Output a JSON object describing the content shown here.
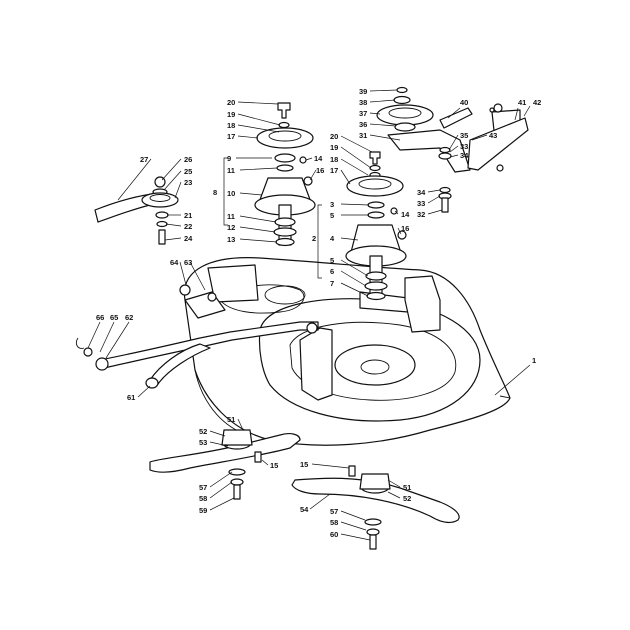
{
  "callouts": [
    {
      "text": "20"
    },
    {
      "text": "19"
    },
    {
      "text": "18"
    },
    {
      "text": "17"
    },
    {
      "text": "9"
    },
    {
      "text": "11"
    },
    {
      "text": "14"
    },
    {
      "text": "16"
    },
    {
      "text": "8"
    },
    {
      "text": "10"
    },
    {
      "text": "11"
    },
    {
      "text": "12"
    },
    {
      "text": "13"
    },
    {
      "text": "27"
    },
    {
      "text": "26"
    },
    {
      "text": "25"
    },
    {
      "text": "23"
    },
    {
      "text": "21"
    },
    {
      "text": "22"
    },
    {
      "text": "24"
    },
    {
      "text": "39"
    },
    {
      "text": "38"
    },
    {
      "text": "37"
    },
    {
      "text": "36"
    },
    {
      "text": "31"
    },
    {
      "text": "40"
    },
    {
      "text": "41"
    },
    {
      "text": "42"
    },
    {
      "text": "43"
    },
    {
      "text": "35"
    },
    {
      "text": "33"
    },
    {
      "text": "34"
    },
    {
      "text": "34"
    },
    {
      "text": "33"
    },
    {
      "text": "32"
    },
    {
      "text": "20"
    },
    {
      "text": "19"
    },
    {
      "text": "18"
    },
    {
      "text": "17"
    },
    {
      "text": "3"
    },
    {
      "text": "5"
    },
    {
      "text": "14"
    },
    {
      "text": "16"
    },
    {
      "text": "4"
    },
    {
      "text": "2"
    },
    {
      "text": "5"
    },
    {
      "text": "6"
    },
    {
      "text": "7"
    },
    {
      "text": "64"
    },
    {
      "text": "63"
    },
    {
      "text": "66"
    },
    {
      "text": "65"
    },
    {
      "text": "62"
    },
    {
      "text": "61"
    },
    {
      "text": "1"
    },
    {
      "text": "51"
    },
    {
      "text": "52"
    },
    {
      "text": "53"
    },
    {
      "text": "15"
    },
    {
      "text": "57"
    },
    {
      "text": "58"
    },
    {
      "text": "59"
    },
    {
      "text": "15"
    },
    {
      "text": "51"
    },
    {
      "text": "52"
    },
    {
      "text": "54"
    },
    {
      "text": "57"
    },
    {
      "text": "58"
    },
    {
      "text": "60"
    }
  ]
}
